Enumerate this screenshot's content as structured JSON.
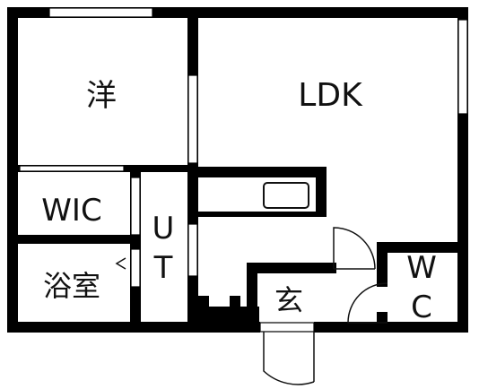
{
  "floor_plan": {
    "rooms": {
      "western_room": "洋",
      "ldk": "LDK",
      "wic": "WIC",
      "utility": {
        "line1": "U",
        "line2": "T"
      },
      "bathroom": "浴室",
      "entrance": "玄",
      "toilet": {
        "line1": "W",
        "line2": "C"
      }
    },
    "colors": {
      "wall": "#000000",
      "background": "#ffffff",
      "fixture": "#111111"
    }
  }
}
